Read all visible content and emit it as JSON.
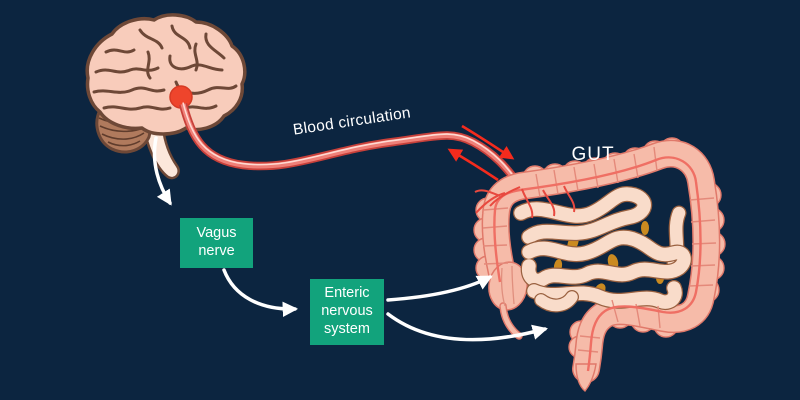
{
  "labels": {
    "blood_circulation": "Blood circulation",
    "gut": "GUT"
  },
  "boxes": {
    "vagus_label": "Vagus nerve",
    "enteric_label": "Enteric nervous system",
    "box_color": "#12a37c",
    "text_color": "#ffffff"
  },
  "colors": {
    "background": "#0c2540",
    "accent_green": "#12a37c",
    "arrow_white": "#ffffff",
    "arrow_red": "#f42b1d",
    "brain_fill": "#f8ccbb",
    "brain_outline": "#6e4837",
    "cerebellum_fill": "#b07a5d",
    "nerve_node_red": "#ee452c",
    "vessel_outer": "#c8403a",
    "vessel_inner": "#ef8078",
    "colon_fill": "#f6bba9",
    "colon_outline": "#e0796a",
    "intestine_fill": "#f9dcca",
    "intestine_outline": "#9a6140"
  }
}
